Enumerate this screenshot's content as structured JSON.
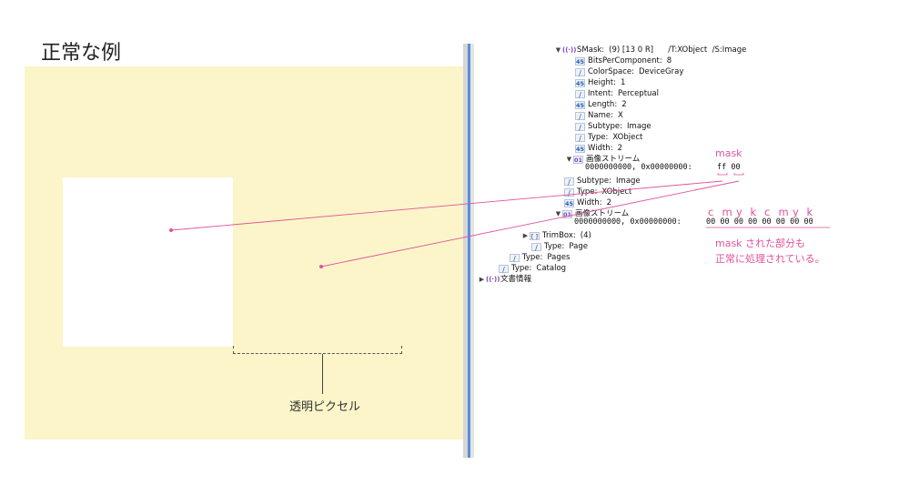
{
  "title": "正常な例",
  "transparent_label": "透明ピクセル",
  "tree": {
    "smask": {
      "key": "SMask:",
      "value": "(9) [13 0 R]      /T:XObject  /S:Image"
    },
    "bits": {
      "key": "BitsPerComponent:",
      "value": "8"
    },
    "colorspace": {
      "key": "ColorSpace:",
      "value": "DeviceGray"
    },
    "height": {
      "key": "Height:",
      "value": "1"
    },
    "intent": {
      "key": "Intent:",
      "value": "Perceptual"
    },
    "length": {
      "key": "Length:",
      "value": "2"
    },
    "name": {
      "key": "Name:",
      "value": "X"
    },
    "subtype_inner": {
      "key": "Subtype:",
      "value": "Image"
    },
    "type_inner": {
      "key": "Type:",
      "value": "XObject"
    },
    "width_inner": {
      "key": "Width:",
      "value": "2"
    },
    "stream_inner": {
      "label": "画像ストリーム",
      "offset": "0000000000, 0x00000000:",
      "bytes": "ff 00"
    },
    "subtype_outer": {
      "key": "Subtype:",
      "value": "Image"
    },
    "type_outer": {
      "key": "Type:",
      "value": "XObject"
    },
    "width_outer": {
      "key": "Width:",
      "value": "2"
    },
    "stream_outer": {
      "label": "画像ストリーム",
      "offset": "0000000000, 0x00000000:",
      "bytes": "00 00 00 00 00 00 00 00"
    },
    "trimbox": {
      "key": "TrimBox:",
      "value": "(4)"
    },
    "type_page": {
      "key": "Type:",
      "value": "Page"
    },
    "type_pages": {
      "key": "Type:",
      "value": "Pages"
    },
    "type_catalog": {
      "key": "Type:",
      "value": "Catalog"
    },
    "docinfo": {
      "label": "文書情報"
    }
  },
  "icons": {
    "number": "45",
    "stream": "01",
    "dict": "((·))",
    "array": "[ ]"
  },
  "annotations": {
    "mask": "mask",
    "cmyk": [
      "c",
      "m",
      "y",
      "k",
      "c",
      "m",
      "y",
      "k"
    ],
    "note_line1": "mask された部分も",
    "note_line2": "正常に処理されている。"
  },
  "colors": {
    "accent": "#e0529c",
    "canvas": "#fbf5c9",
    "divider": "#5b8ed6"
  }
}
